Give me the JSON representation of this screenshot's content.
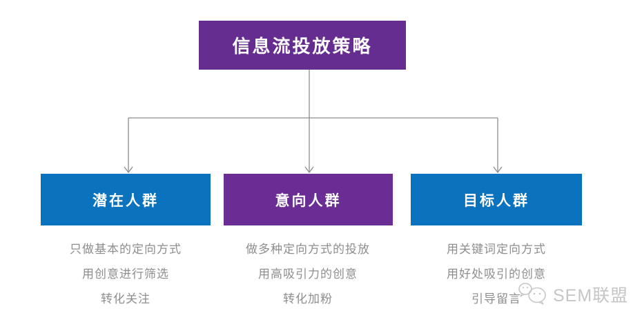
{
  "root": {
    "label": "信息流投放策略",
    "color": "#662D91"
  },
  "columns": [
    {
      "header": "潜在人群",
      "color": "#0B72BE",
      "items": [
        "只做基本的定向方式",
        "用创意进行筛选",
        "转化关注"
      ]
    },
    {
      "header": "意向人群",
      "color": "#6A2D93",
      "items": [
        "做多种定向方式的投放",
        "用高吸引力的创意",
        "转化加粉"
      ]
    },
    {
      "header": "目标人群",
      "color": "#0B72BE",
      "items": [
        "用关键词定向方式",
        "用好处吸引的创意",
        "引导留言"
      ]
    }
  ],
  "colors": {
    "line": "#8C8C8C",
    "node_text": "#FFFFFF",
    "body_text": "#8E8E8E",
    "watermark": "#C6C6C6"
  },
  "watermark": {
    "label": "SEM联盟",
    "icon": "wechat-logo-icon"
  }
}
